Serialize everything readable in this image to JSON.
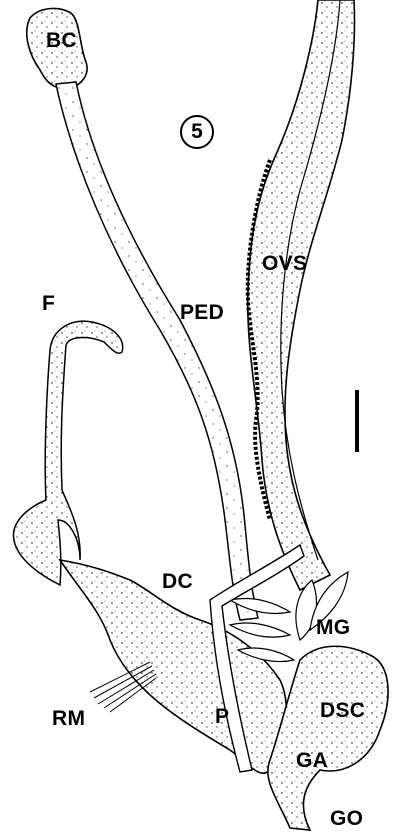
{
  "figure": {
    "number": "5",
    "colors": {
      "ink": "#000000",
      "paper": "#ffffff"
    }
  },
  "labels": {
    "bc": "BC",
    "ped": "PED",
    "ovs": "OVS",
    "f": "F",
    "dc": "DC",
    "mg": "MG",
    "rm": "RM",
    "p": "P",
    "dsc": "DSC",
    "ga": "GA",
    "go": "GO"
  }
}
